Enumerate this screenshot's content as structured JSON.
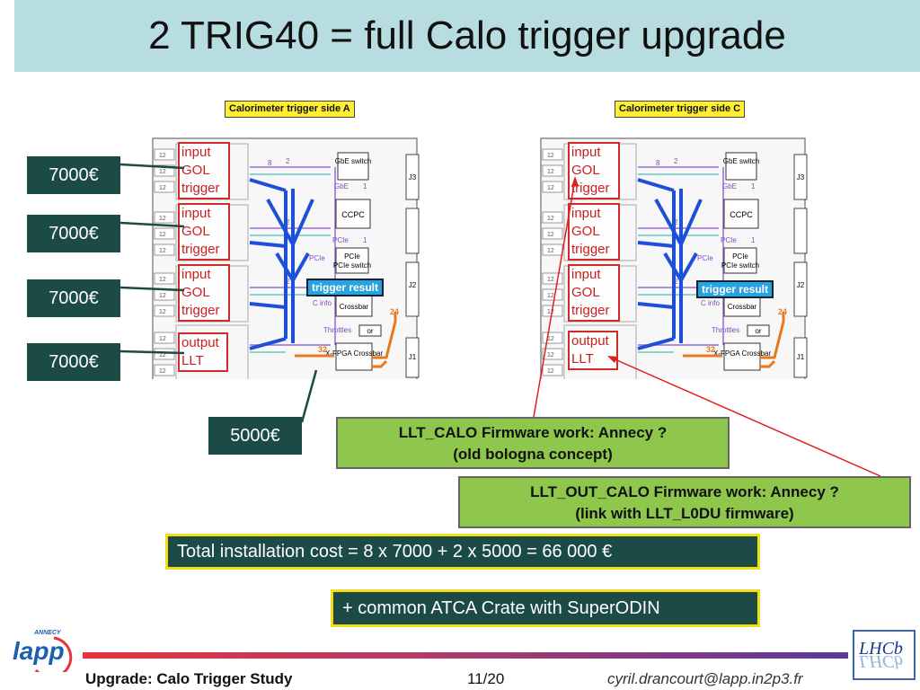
{
  "title": "2 TRIG40 = full Calo trigger upgrade",
  "boards": [
    {
      "side_label": "Calorimeter trigger side A",
      "modules": [
        "input GOL trigger",
        "input GOL trigger",
        "input GOL trigger",
        "output LLT"
      ],
      "trigger_result": "trigger result"
    },
    {
      "side_label": "Calorimeter trigger side C",
      "modules": [
        "input GOL trigger",
        "input GOL trigger",
        "input GOL trigger",
        "output LLT"
      ],
      "trigger_result": "trigger result"
    }
  ],
  "board_labels": {
    "gbe_switch": "GbE switch",
    "gbe": "GbE",
    "ccpc": "CCPC",
    "pcie": "PCIe",
    "pcie_switch": "PCIe switch",
    "xfpga_crossbar": "X-FPGA Crossbar",
    "crossbar": "Crossbar",
    "throttles": "Throttles",
    "or": "or",
    "c_info": "C info",
    "j1": "J1",
    "j2": "J2",
    "j3": "J3",
    "n12": "12",
    "n2": "2",
    "n8": "8",
    "n1": "1",
    "n4": "4",
    "n24": "24",
    "n32": "32"
  },
  "prices": [
    "7000€",
    "7000€",
    "7000€",
    "7000€"
  ],
  "crate_price": "5000€",
  "notes": {
    "llt_calo_line1": "LLT_CALO Firmware work: Annecy ?",
    "llt_calo_line2": "(old bologna concept)",
    "llt_out_line1": "LLT_OUT_CALO Firmware work: Annecy ?",
    "llt_out_line2": "(link with LLT_L0DU firmware)"
  },
  "total_cost": "Total installation cost = 8 x 7000 + 2 x 5000 =  66 000 €",
  "common_crate": "+ common ATCA Crate with SuperODIN",
  "footer": {
    "left": "Upgrade: Calo Trigger Study",
    "page": "11/20",
    "email": "cyril.drancourt@lapp.in2p3.fr"
  },
  "logos": {
    "lapp": "lapp",
    "annecy": "ANNECY",
    "lhcb": "LHCb"
  },
  "colors": {
    "title_bg": "#b8dde1",
    "price_bg": "#1b4a47",
    "note_bg": "#8ec74b",
    "banner_border": "#f5dc14",
    "module_red": "#d12a2a",
    "signal_blue": "#1e4fd8"
  }
}
